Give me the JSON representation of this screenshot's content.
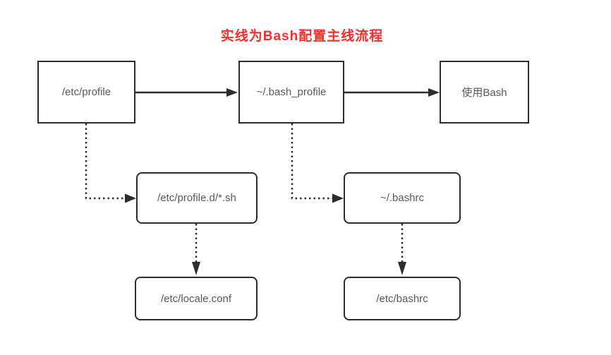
{
  "title": {
    "text": "实线为Bash配置主线流程"
  },
  "nodes": [
    {
      "id": "etc-profile",
      "label": "/etc/profile",
      "shape": "rect"
    },
    {
      "id": "bash-profile",
      "label": "~/.bash_profile",
      "shape": "rect"
    },
    {
      "id": "use-bash",
      "label": "使用Bash",
      "shape": "rect"
    },
    {
      "id": "profile-d",
      "label": "/etc/profile.d/*.sh",
      "shape": "rounded-rect"
    },
    {
      "id": "bashrc",
      "label": "~/.bashrc",
      "shape": "rounded-rect"
    },
    {
      "id": "locale-conf",
      "label": "/etc/locale.conf",
      "shape": "rounded-rect"
    },
    {
      "id": "etc-bashrc",
      "label": "/etc/bashrc",
      "shape": "rounded-rect"
    }
  ],
  "edges": [
    {
      "from": "/etc/profile",
      "to": "~/.bash_profile",
      "style": "solid"
    },
    {
      "from": "~/.bash_profile",
      "to": "使用Bash",
      "style": "solid"
    },
    {
      "from": "/etc/profile",
      "to": "/etc/profile.d/*.sh",
      "style": "dotted"
    },
    {
      "from": "~/.bash_profile",
      "to": "~/.bashrc",
      "style": "dotted"
    },
    {
      "from": "/etc/profile.d/*.sh",
      "to": "/etc/locale.conf",
      "style": "dotted"
    },
    {
      "from": "~/.bashrc",
      "to": "/etc/bashrc",
      "style": "dotted"
    }
  ],
  "colors": {
    "title_red": "#fc2b2b",
    "stroke": "#2d2d2d",
    "node_text": "#595959",
    "background": "#ffffff"
  }
}
